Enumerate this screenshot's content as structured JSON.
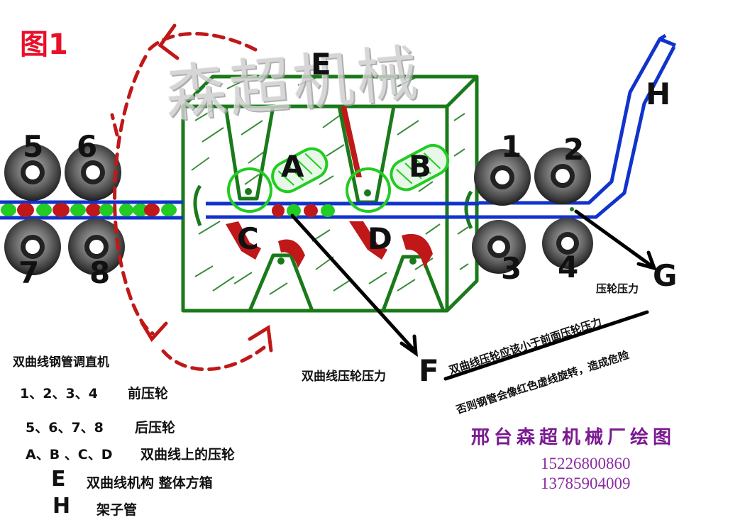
{
  "figure_label": "图1",
  "watermark": "森超机械",
  "labels": {
    "E": "E",
    "H": "H",
    "A": "A",
    "B": "B",
    "C": "C",
    "D": "D",
    "F": "F",
    "G": "G",
    "r1": "1",
    "r2": "2",
    "r3": "3",
    "r4": "4",
    "r5": "5",
    "r6": "6",
    "r7": "7",
    "r8": "8"
  },
  "annotations": {
    "pressure_g": "压轮压力",
    "pressure_f": "双曲线压轮压力",
    "note_line1": "双曲线压轮应该小于前面压轮压力",
    "note_line2": "否则钢管会像红色虚线旋转，造成危险"
  },
  "legend": {
    "title": "双曲线钢管调直机",
    "rows": [
      {
        "key": "1、2、3、4",
        "text": "前压轮"
      },
      {
        "key": "5、6、7、8",
        "text": "后压轮"
      },
      {
        "key": "A、B 、C、D",
        "text": "双曲线上的压轮"
      },
      {
        "key": "E",
        "text": "双曲线机构 整体方箱"
      },
      {
        "key": "H",
        "text": "架子管"
      }
    ]
  },
  "footer": {
    "factory": "邢台森超机械厂绘图",
    "phone1": "15226800860",
    "phone2": "13785904009"
  },
  "colors": {
    "box_green": "#1a7a1a",
    "wheel_green": "#22cc22",
    "pipe_blue": "#1133cc",
    "dash_red": "#c01818",
    "accent_red": "#e8102a",
    "factory_purple": "#7a1a90"
  }
}
